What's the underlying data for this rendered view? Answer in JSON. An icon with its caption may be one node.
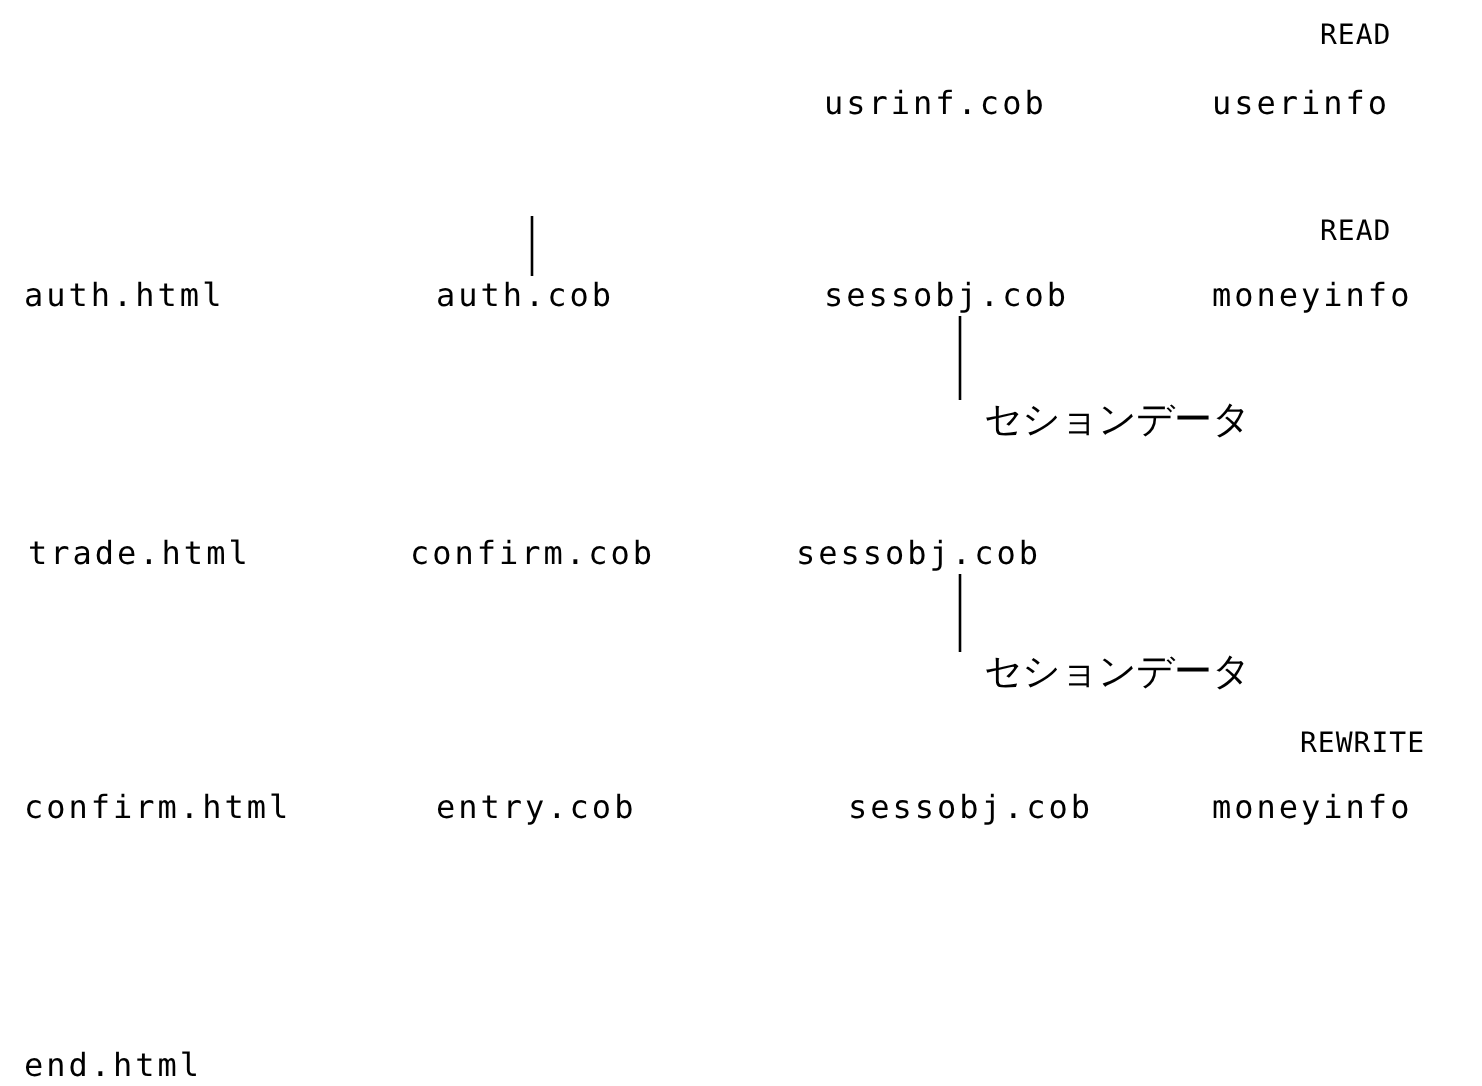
{
  "diagram": {
    "nodes": [
      {
        "text": [
          "usrinf.cob"
        ]
      },
      {
        "text": [
          "userinfo"
        ]
      },
      {
        "text": [
          "auth.html"
        ]
      },
      {
        "text": [
          "auth.cob"
        ]
      },
      {
        "text": [
          "sessobj.cob"
        ]
      },
      {
        "text": [
          "moneyinfo"
        ]
      },
      {
        "text": [
          "セションデータ"
        ]
      },
      {
        "text": [
          "trade.html"
        ]
      },
      {
        "text": [
          "confirm.cob"
        ]
      },
      {
        "text": [
          "sessobj.cob"
        ]
      },
      {
        "text": [
          "セションデータ"
        ]
      },
      {
        "text": [
          "confirm.html"
        ]
      },
      {
        "text": [
          "entry.cob"
        ]
      },
      {
        "text": [
          "sessobj.cob"
        ]
      },
      {
        "text": [
          "moneyinfo"
        ]
      },
      {
        "text": [
          "end.html"
        ]
      }
    ],
    "edges": [
      {
        "from": null,
        "to": 3,
        "arrow": "none"
      },
      {
        "from": 4,
        "to": 6,
        "arrow": "none"
      },
      {
        "from": 9,
        "to": 10,
        "arrow": "none"
      }
    ],
    "labels": [
      "READ",
      "READ",
      "REWRITE"
    ]
  }
}
